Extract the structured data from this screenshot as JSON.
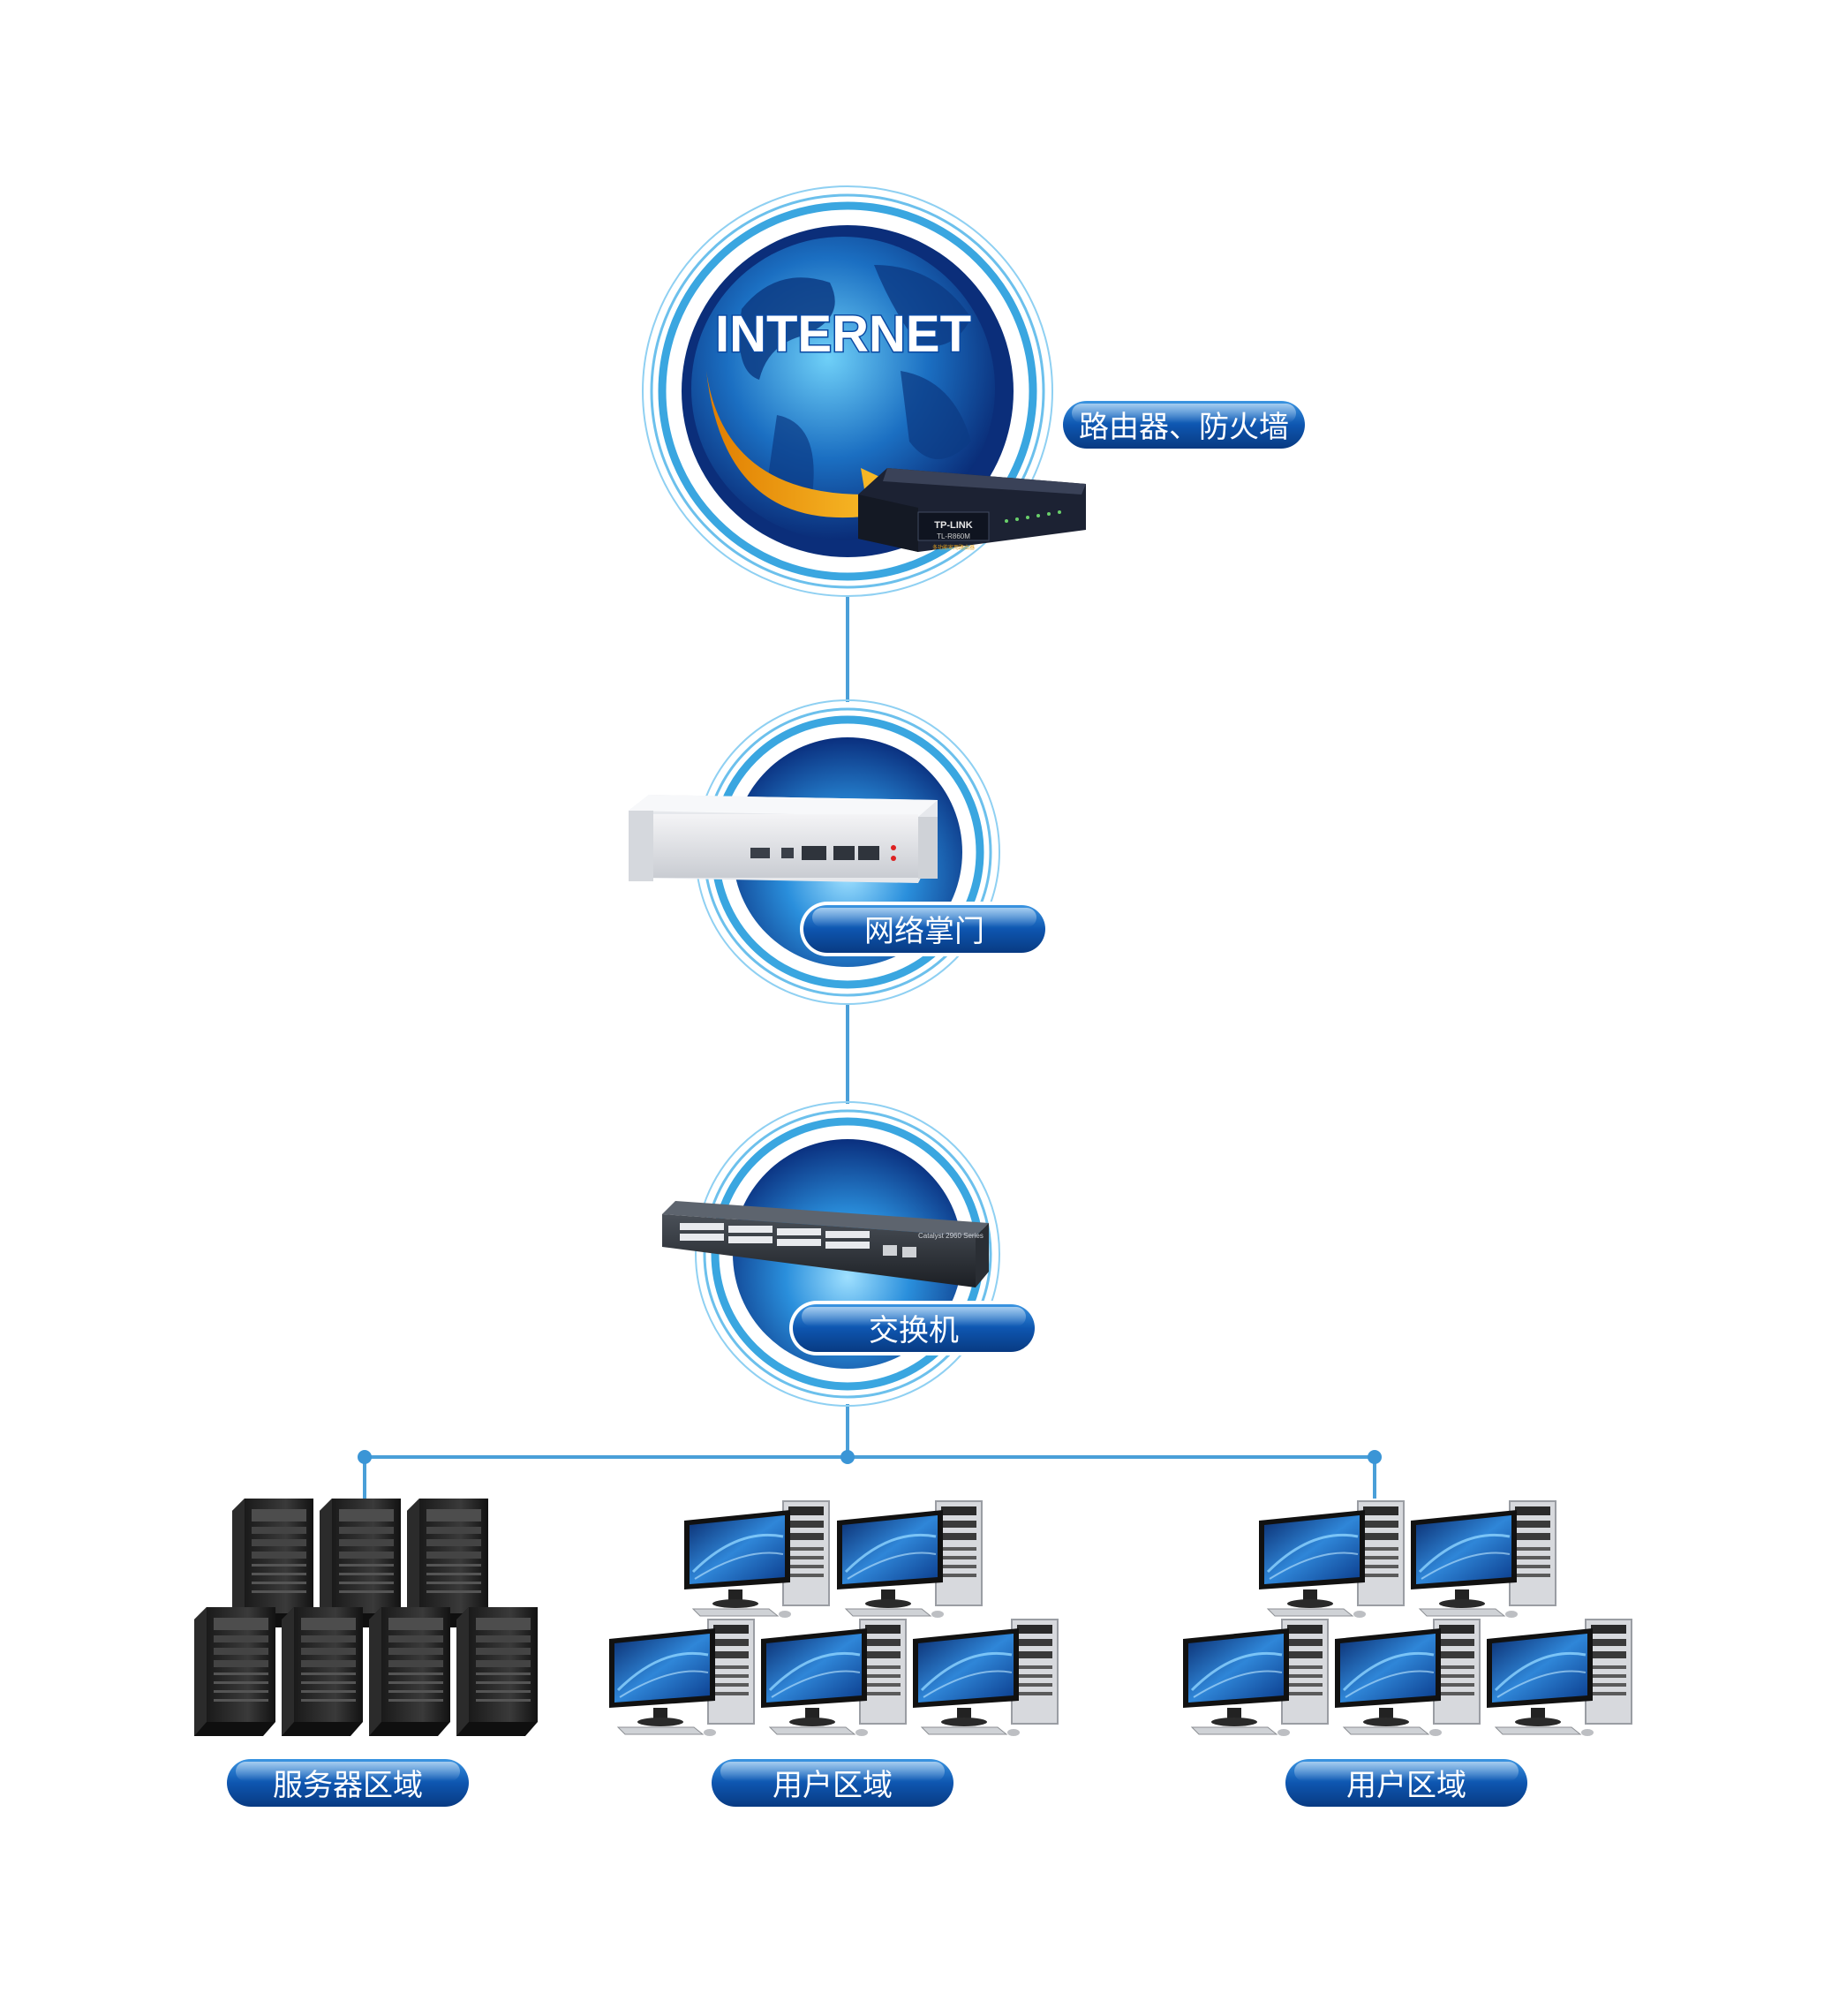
{
  "nodes": {
    "internet": {
      "title": "INTERNET",
      "label": "路由器、防火墙",
      "router_brand": "TP-LINK",
      "router_model": "TL-R860M",
      "router_caption": "多功能家用路由器"
    },
    "gateway": {
      "label": "网络掌门"
    },
    "switch": {
      "label": "交换机",
      "brand": "Catalyst 2960 Series"
    }
  },
  "zones": [
    {
      "label": "服务器区域",
      "kind": "server",
      "count": 7
    },
    {
      "label": "用户区域",
      "kind": "workstation",
      "count": 5
    },
    {
      "label": "用户区域",
      "kind": "workstation",
      "count": 5
    }
  ],
  "colors": {
    "line": "#4a9fd8",
    "ring": "#3aa6e0",
    "pill_dark": "#0a3f8a",
    "pill_light": "#2b84d6",
    "globe_dark": "#0b2e7a",
    "globe_light": "#5fc1f2",
    "arrow": "#f5a81a"
  },
  "icons": [
    "globe-icon",
    "router-icon",
    "gateway-appliance-icon",
    "network-switch-icon",
    "server-tower-icon",
    "workstation-icon"
  ]
}
